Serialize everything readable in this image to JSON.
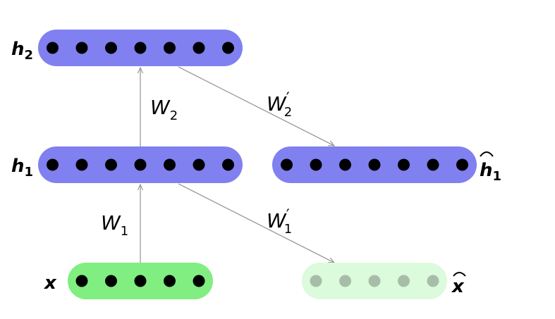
{
  "layers": {
    "h2": {
      "label": "h",
      "sub": "2",
      "count": 7,
      "fill": "#8080f0",
      "dot": "#000000"
    },
    "h1": {
      "label": "h",
      "sub": "1",
      "count": 7,
      "fill": "#8080f0",
      "dot": "#000000"
    },
    "x": {
      "label": "x",
      "count": 5,
      "fill": "#80ee80",
      "dot": "#000000"
    },
    "h1hat": {
      "label": "h",
      "sub": "1",
      "hat": true,
      "count": 7,
      "fill": "#8080f0",
      "dot": "#000000"
    },
    "xhat": {
      "label": "x",
      "hat": true,
      "count": 5,
      "fill": "#dcfadc",
      "dot": "#a8bda8"
    }
  },
  "weights": {
    "W1": {
      "base": "W",
      "sub": "1",
      "prime": false
    },
    "W2": {
      "base": "W",
      "sub": "2",
      "prime": false
    },
    "W1p": {
      "base": "W",
      "sub": "1",
      "prime": true
    },
    "W2p": {
      "base": "W",
      "sub": "2",
      "prime": true
    }
  }
}
